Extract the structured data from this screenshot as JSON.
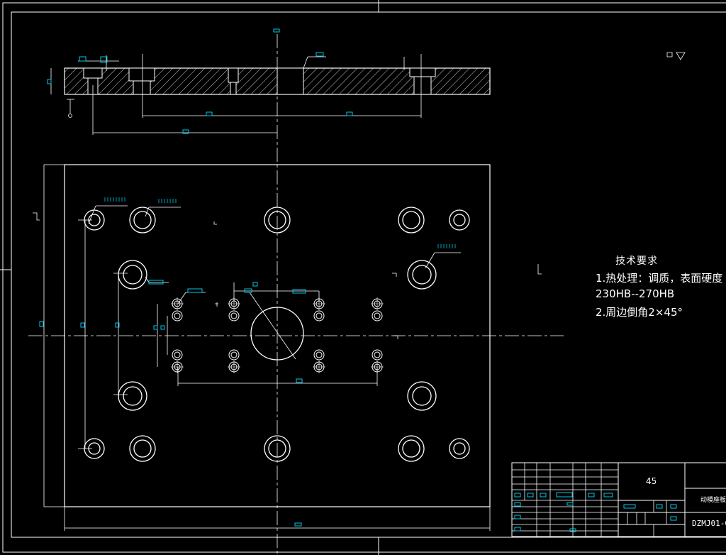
{
  "tech": {
    "title": "技术要求",
    "line1": "1.热处理：调质，表面硬度",
    "line2": "230HB--270HB",
    "line3": "2.周边倒角2×45°"
  },
  "title_block": {
    "material": "45",
    "part_name": "动模座板",
    "drawing_no": "DZMJ01-0"
  },
  "colors": {
    "background": "#000000",
    "lines": "#ffffff",
    "dimension_marks": "#00c8e6"
  }
}
